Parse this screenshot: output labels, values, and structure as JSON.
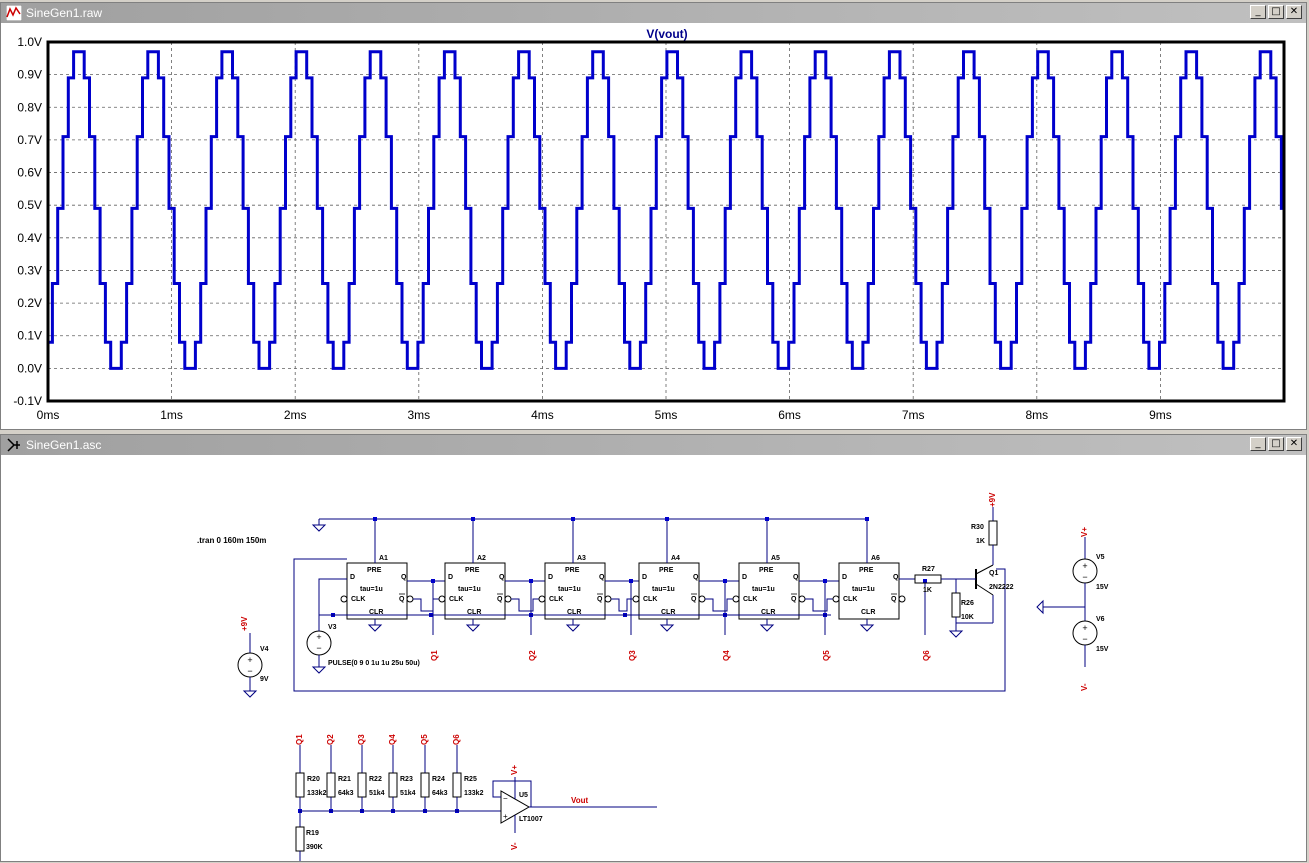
{
  "plot_window": {
    "title": "SineGen1.raw",
    "buttons": {
      "minimize": "_",
      "maximize": "□",
      "close": "✕"
    }
  },
  "schematic_window": {
    "title": "SineGen1.asc",
    "buttons": {
      "minimize": "_",
      "maximize": "□",
      "close": "✕"
    }
  },
  "chart_data": {
    "type": "line",
    "title": "V(vout)",
    "xlabel": "",
    "ylabel": "",
    "xlim": [
      0,
      10
    ],
    "ylim": [
      -0.1,
      1.0
    ],
    "x_ticks": [
      "0ms",
      "1ms",
      "2ms",
      "3ms",
      "4ms",
      "5ms",
      "6ms",
      "7ms",
      "8ms",
      "9ms"
    ],
    "y_ticks": [
      "-0.1V",
      "0.0V",
      "0.1V",
      "0.2V",
      "0.3V",
      "0.4V",
      "0.5V",
      "0.6V",
      "0.7V",
      "0.8V",
      "0.9V",
      "1.0V"
    ],
    "grid": true,
    "series": [
      {
        "name": "V(vout)",
        "color": "#0000cc",
        "period_ms": 0.6,
        "step_levels": [
          0.0,
          0.08,
          0.26,
          0.49,
          0.71,
          0.89,
          0.97
        ],
        "x_unit": "ms"
      }
    ]
  },
  "schematic": {
    "directive": ".tran 0 160m 150m",
    "flipflops": [
      {
        "ref": "A1",
        "pre": "PRE",
        "clr": "CLR",
        "d": "D",
        "q": "Q",
        "qb": "Q",
        "clk": "CLK",
        "param": "tau=1u",
        "out": "Q1"
      },
      {
        "ref": "A2",
        "pre": "PRE",
        "clr": "CLR",
        "d": "D",
        "q": "Q",
        "qb": "Q",
        "clk": "CLK",
        "param": "tau=1u",
        "out": "Q2"
      },
      {
        "ref": "A3",
        "pre": "PRE",
        "clr": "CLR",
        "d": "D",
        "q": "Q",
        "qb": "Q",
        "clk": "CLK",
        "param": "tau=1u",
        "out": "Q3"
      },
      {
        "ref": "A4",
        "pre": "PRE",
        "clr": "CLR",
        "d": "D",
        "q": "Q",
        "qb": "Q",
        "clk": "CLK",
        "param": "tau=1u",
        "out": "Q4"
      },
      {
        "ref": "A5",
        "pre": "PRE",
        "clr": "CLR",
        "d": "D",
        "q": "Q",
        "qb": "Q",
        "clk": "CLK",
        "param": "tau=1u",
        "out": "Q5"
      },
      {
        "ref": "A6",
        "pre": "PRE",
        "clr": "CLR",
        "d": "D",
        "q": "Q",
        "qb": "Q",
        "clk": "CLK",
        "param": "tau=1u",
        "out": "Q6"
      }
    ],
    "v3": {
      "ref": "V3",
      "value": "PULSE(0 9 0 1u 1u 25u 50u)"
    },
    "v4": {
      "ref": "V4",
      "value": "9V",
      "net": "+9V"
    },
    "v5": {
      "ref": "V5",
      "value": "15V",
      "net": "V+"
    },
    "v6": {
      "ref": "V6",
      "value": "15V",
      "net": "V-"
    },
    "r27": {
      "ref": "R27",
      "value": "1K"
    },
    "r26": {
      "ref": "R26",
      "value": "10K"
    },
    "r30": {
      "ref": "R30",
      "value": "1K",
      "net": "+9V"
    },
    "q1": {
      "ref": "Q1",
      "value": "2N2222"
    },
    "ladder": [
      {
        "net": "Q1",
        "ref": "R20",
        "value": "133k2"
      },
      {
        "net": "Q2",
        "ref": "R21",
        "value": "64k3"
      },
      {
        "net": "Q3",
        "ref": "R22",
        "value": "51k4"
      },
      {
        "net": "Q4",
        "ref": "R23",
        "value": "51k4"
      },
      {
        "net": "Q5",
        "ref": "R24",
        "value": "64k3"
      },
      {
        "net": "Q6",
        "ref": "R25",
        "value": "133k2"
      }
    ],
    "r19": {
      "ref": "R19",
      "value": "390K"
    },
    "opamp": {
      "ref": "U5",
      "value": "LT1007",
      "vplus": "V+",
      "vminus": "V-"
    },
    "vout_label": "Vout",
    "colors": {
      "wire": "#000080",
      "net": "#cc0000",
      "component": "#000000",
      "node": "#0000cc"
    }
  }
}
